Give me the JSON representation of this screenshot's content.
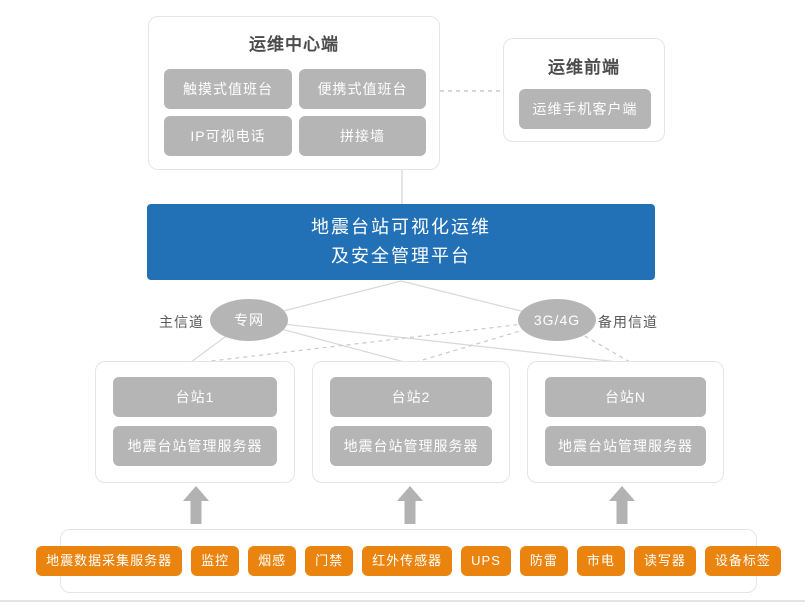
{
  "palette": {
    "platform_blue": "#2271b6",
    "node_gray": "#b5b5b5",
    "device_orange": "#ea840e",
    "line_gray": "#d8d8d8",
    "border_gray": "#e5e5e5",
    "title_text": "#4c4c4c"
  },
  "ops_center": {
    "title": "运维中心端",
    "items": [
      "触摸式值班台",
      "便携式值班台",
      "IP可视电话",
      "拼接墙"
    ]
  },
  "ops_front": {
    "title": "运维前端",
    "items": [
      "运维手机客户端"
    ]
  },
  "platform": {
    "line1": "地震台站可视化运维",
    "line2": "及安全管理平台"
  },
  "channels": {
    "primary_label": "主信道",
    "primary_node": "专网",
    "backup_node": "3G/4G",
    "backup_label": "备用信道"
  },
  "stations": [
    {
      "name": "台站1",
      "server": "地震台站管理服务器"
    },
    {
      "name": "台站2",
      "server": "地震台站管理服务器"
    },
    {
      "name": "台站N",
      "server": "地震台站管理服务器"
    }
  ],
  "devices": [
    "地震数据采集服务器",
    "监控",
    "烟感",
    "门禁",
    "红外传感器",
    "UPS",
    "防雷",
    "市电",
    "读写器",
    "设备标签"
  ]
}
